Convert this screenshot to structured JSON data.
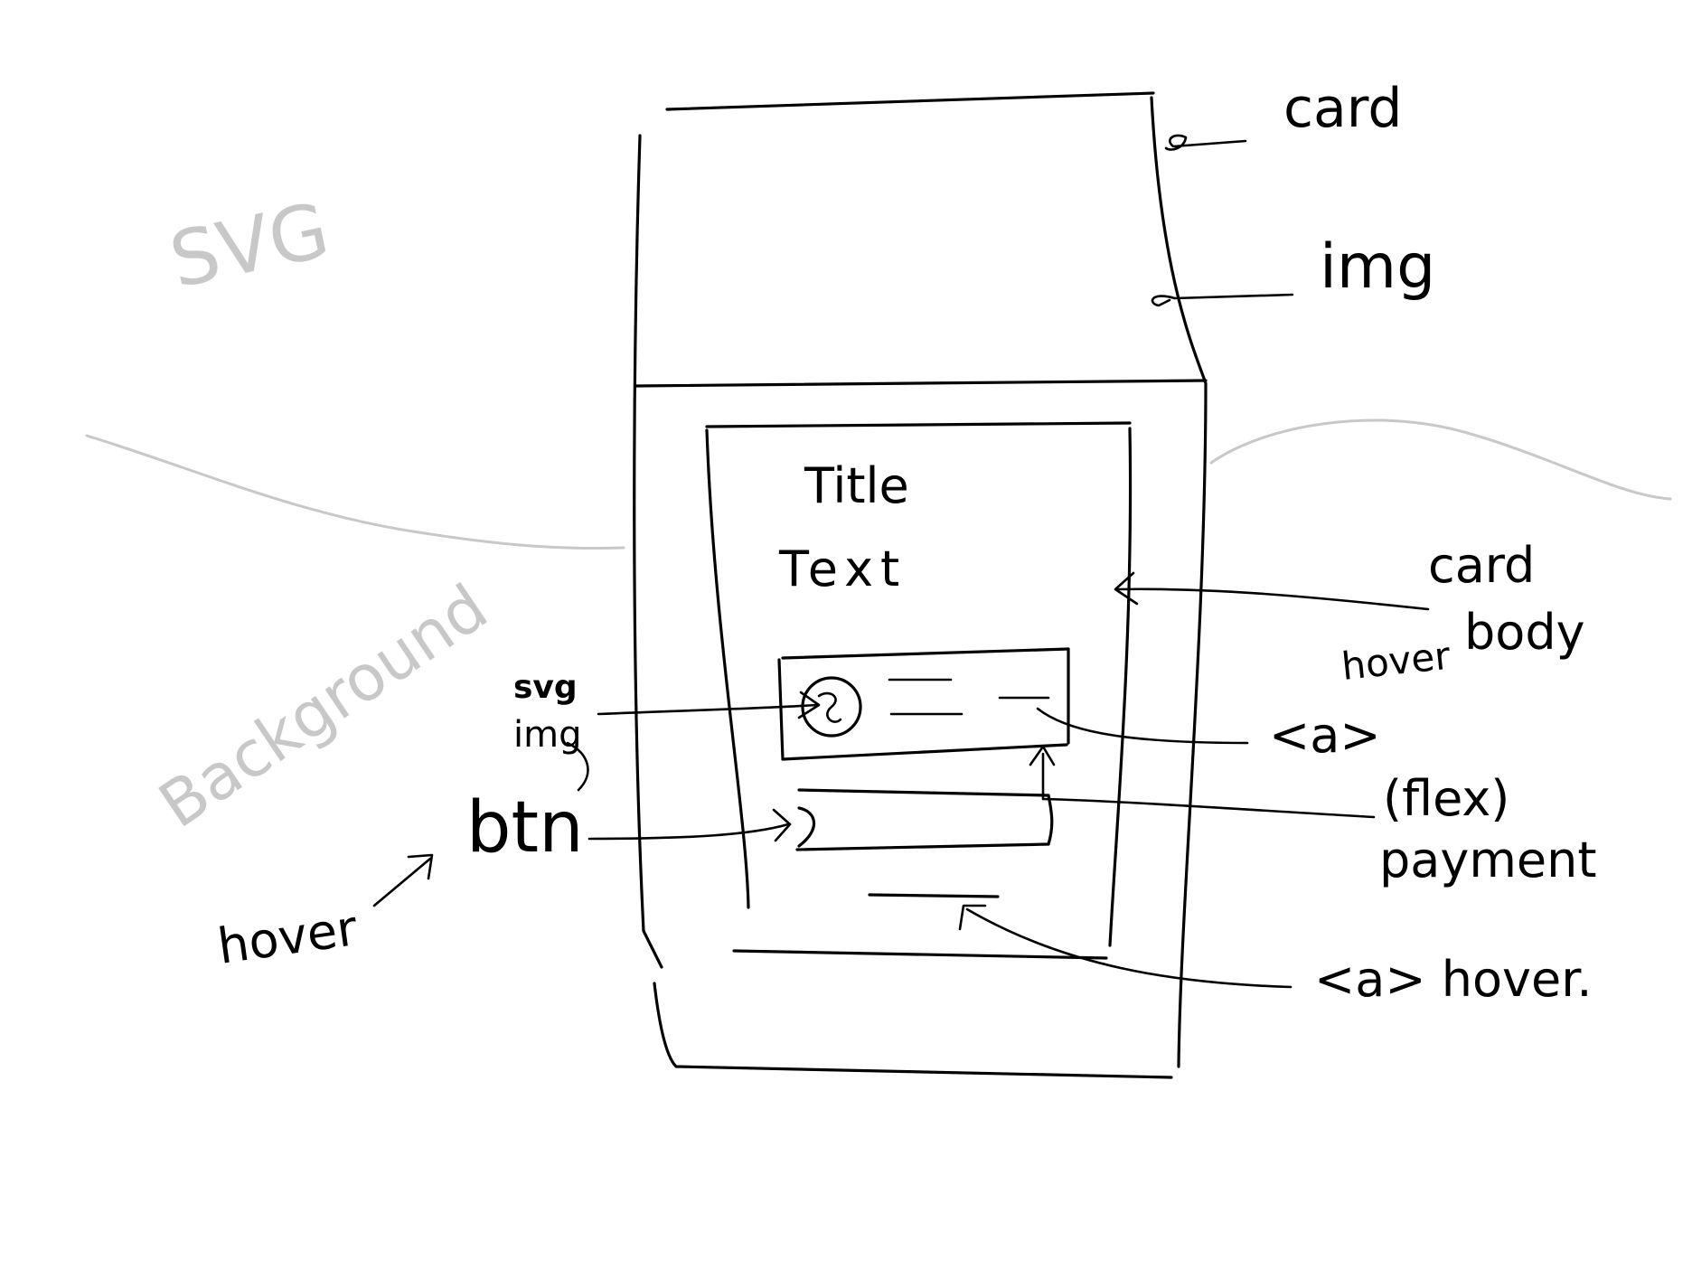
{
  "annotations": {
    "card": "card",
    "img": "img",
    "card_body": [
      "card",
      "body"
    ],
    "hover_card_body": "hover",
    "svg_img": [
      "svg",
      "img"
    ],
    "a_link": "<a>",
    "flex_payment": [
      "(flex)",
      "payment"
    ],
    "btn": "btn",
    "hover_btn": "hover",
    "a_hover": "<a> hover."
  },
  "background_labels": {
    "svg": "SVG",
    "background": "Background"
  },
  "card_content": {
    "title": "Title",
    "text": "Text"
  },
  "colors": {
    "ink": "#000000",
    "background_sketch": "#c8c8c8"
  }
}
